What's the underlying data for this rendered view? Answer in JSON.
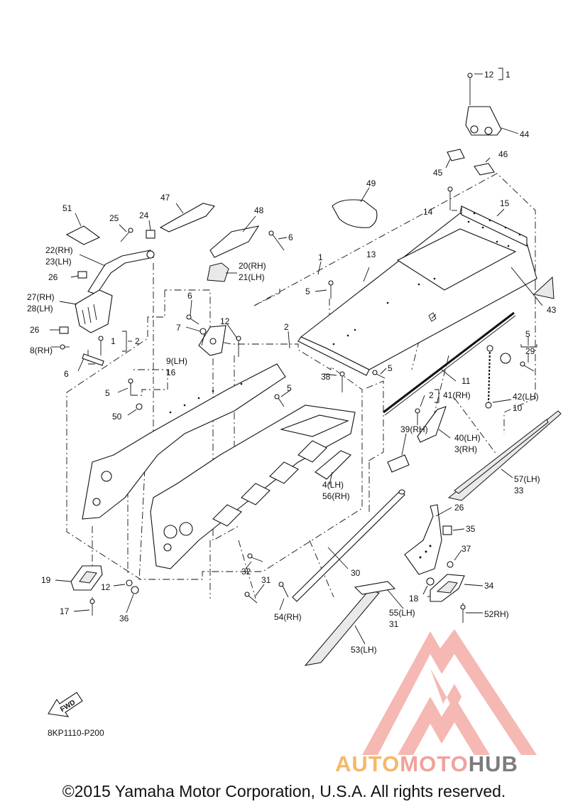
{
  "diagram": {
    "code": "8KP1110-P200",
    "fwd_label": "FWD",
    "copyright": "©2015 Yamaha Motor Corporation, U.S.A. All rights reserved.",
    "watermark": {
      "part1": "AUTO",
      "part2": "MOTO",
      "part3": "HUB",
      "colors": {
        "part1": "#f6b866",
        "part2": "#f2a19a",
        "part3": "#7c7c7c",
        "logo": "#f2a19a"
      }
    },
    "labels": [
      {
        "id": "l12a",
        "text": "12"
      },
      {
        "id": "l1a",
        "text": "1"
      },
      {
        "id": "l44",
        "text": "44"
      },
      {
        "id": "l46",
        "text": "46"
      },
      {
        "id": "l45",
        "text": "45"
      },
      {
        "id": "l49",
        "text": "49"
      },
      {
        "id": "l14",
        "text": "14"
      },
      {
        "id": "l15",
        "text": "15"
      },
      {
        "id": "l47",
        "text": "47"
      },
      {
        "id": "l48",
        "text": "48"
      },
      {
        "id": "l51",
        "text": "51"
      },
      {
        "id": "l25",
        "text": "25"
      },
      {
        "id": "l24",
        "text": "24"
      },
      {
        "id": "l6a",
        "text": "6"
      },
      {
        "id": "l1b",
        "text": "1"
      },
      {
        "id": "l22",
        "text": "22(RH)"
      },
      {
        "id": "l23",
        "text": "23(LH)"
      },
      {
        "id": "l20",
        "text": "20(RH)"
      },
      {
        "id": "l21",
        "text": "21(LH)"
      },
      {
        "id": "l13",
        "text": "13"
      },
      {
        "id": "l26a",
        "text": "26"
      },
      {
        "id": "l5a",
        "text": "5"
      },
      {
        "id": "l43",
        "text": "43"
      },
      {
        "id": "l27",
        "text": "27(RH)"
      },
      {
        "id": "l28",
        "text": "28(LH)"
      },
      {
        "id": "l6b",
        "text": "6"
      },
      {
        "id": "l26b",
        "text": "26"
      },
      {
        "id": "l7",
        "text": "7"
      },
      {
        "id": "l12b",
        "text": "12"
      },
      {
        "id": "l1c",
        "text": "1"
      },
      {
        "id": "l2a",
        "text": "2"
      },
      {
        "id": "l2b",
        "text": "2"
      },
      {
        "id": "l5b",
        "text": "5"
      },
      {
        "id": "l29",
        "text": "29"
      },
      {
        "id": "l8",
        "text": "8(RH)"
      },
      {
        "id": "l9",
        "text": "9(LH)"
      },
      {
        "id": "l16",
        "text": "16"
      },
      {
        "id": "l6c",
        "text": "6"
      },
      {
        "id": "l5c",
        "text": "5"
      },
      {
        "id": "l38",
        "text": "38"
      },
      {
        "id": "l11",
        "text": "11"
      },
      {
        "id": "l5d",
        "text": "5"
      },
      {
        "id": "l5e",
        "text": "5"
      },
      {
        "id": "l2c",
        "text": "2"
      },
      {
        "id": "l41",
        "text": "41(RH)"
      },
      {
        "id": "l42",
        "text": "42(LH)"
      },
      {
        "id": "l10",
        "text": "10"
      },
      {
        "id": "l50",
        "text": "50"
      },
      {
        "id": "l39",
        "text": "39(RH)"
      },
      {
        "id": "l40",
        "text": "40(LH)"
      },
      {
        "id": "l3",
        "text": "3(RH)"
      },
      {
        "id": "l4",
        "text": "4(LH)"
      },
      {
        "id": "l56",
        "text": "56(RH)"
      },
      {
        "id": "l57",
        "text": "57(LH)"
      },
      {
        "id": "l33",
        "text": "33"
      },
      {
        "id": "l26c",
        "text": "26"
      },
      {
        "id": "l35",
        "text": "35"
      },
      {
        "id": "l37",
        "text": "37"
      },
      {
        "id": "l30",
        "text": "30"
      },
      {
        "id": "l19",
        "text": "19"
      },
      {
        "id": "l12c",
        "text": "12"
      },
      {
        "id": "l32",
        "text": "32"
      },
      {
        "id": "l34",
        "text": "34"
      },
      {
        "id": "l18",
        "text": "18"
      },
      {
        "id": "l31a",
        "text": "31"
      },
      {
        "id": "l17",
        "text": "17"
      },
      {
        "id": "l36",
        "text": "36"
      },
      {
        "id": "l54",
        "text": "54(RH)"
      },
      {
        "id": "l55",
        "text": "55(LH)"
      },
      {
        "id": "l31b",
        "text": "31"
      },
      {
        "id": "l52",
        "text": "52RH)"
      },
      {
        "id": "l53",
        "text": "53(LH)"
      }
    ]
  }
}
